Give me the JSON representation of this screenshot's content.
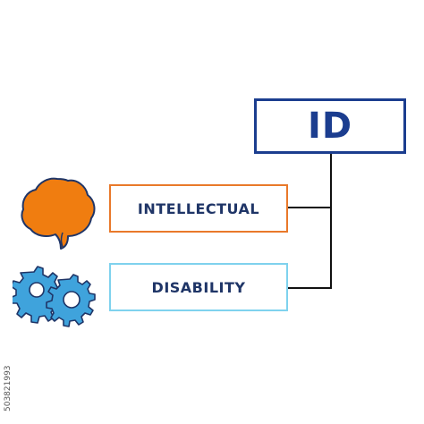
{
  "acronym": {
    "text": "ID",
    "border_color": "#1b3d8f",
    "text_color": "#1b3d8f"
  },
  "terms": [
    {
      "text": "INTELLECTUAL",
      "border_color": "#e9792a",
      "icon": "brain-icon",
      "icon_color": "#f07d10"
    },
    {
      "text": "DISABILITY",
      "border_color": "#7fd2ee",
      "icon": "gears-icon",
      "icon_color": "#3fa3dc"
    }
  ],
  "term_text_color": "#1f3567",
  "connector_color": "#111111",
  "watermark": {
    "text": "503821993"
  }
}
